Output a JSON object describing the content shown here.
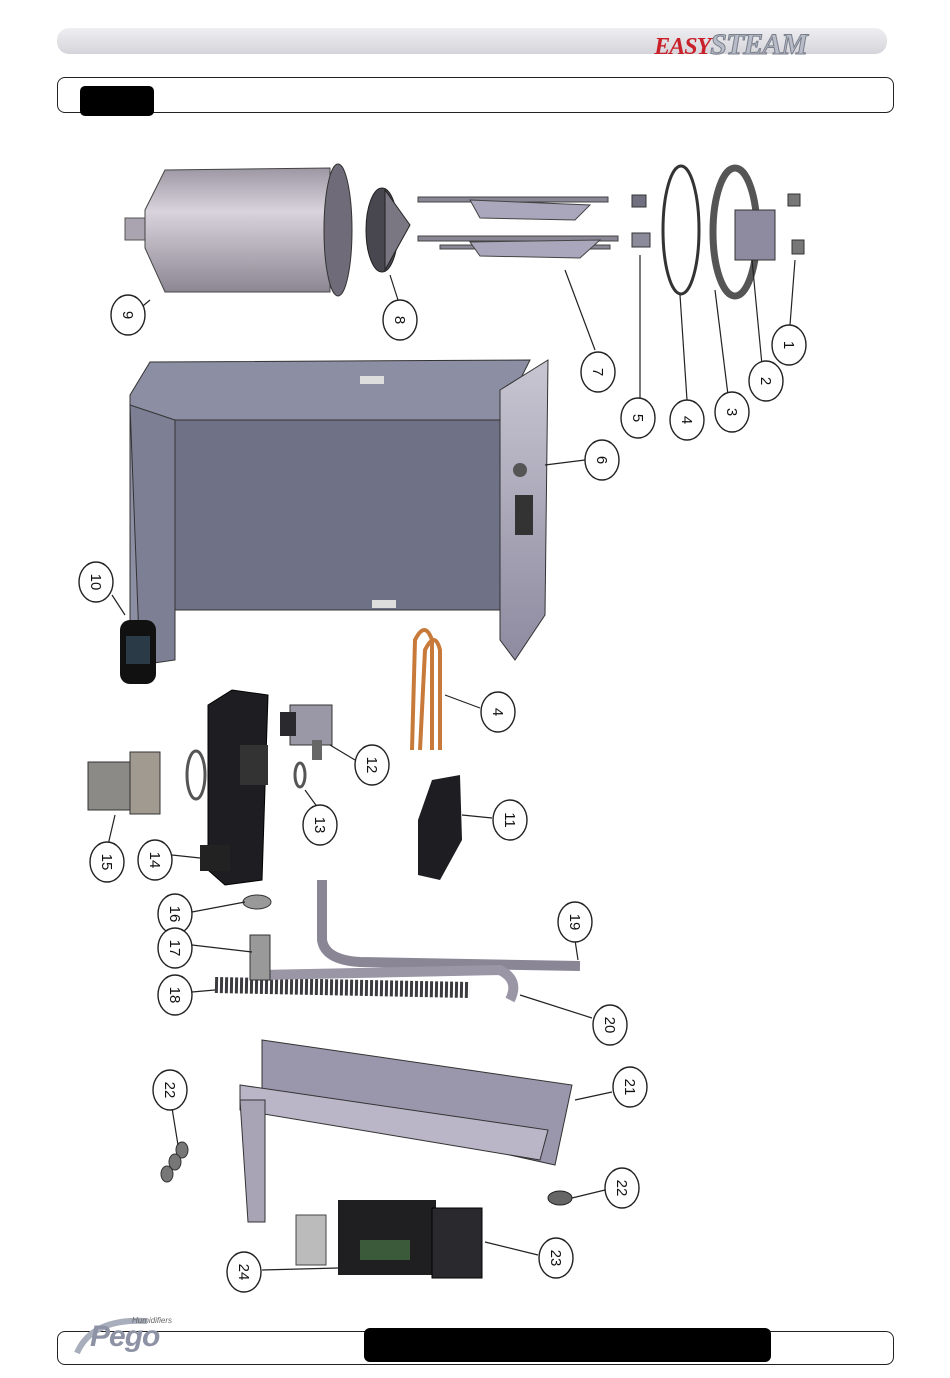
{
  "brand": {
    "easy": "EASY",
    "steam": "STEAM",
    "pego": "Pego",
    "pego_tagline": "Humidifiers"
  },
  "colors": {
    "chassis": "#7f8196",
    "cylinder": "#b6b0ba",
    "heater": "#c87a3a",
    "dark": "#1e1e22",
    "bracket": "#8e8aa0"
  },
  "callouts": [
    "1",
    "2",
    "3",
    "4",
    "5",
    "6",
    "7",
    "8",
    "9",
    "10",
    "4",
    "12",
    "13",
    "11",
    "15",
    "14",
    "16",
    "17",
    "18",
    "19",
    "20",
    "21",
    "22",
    "22",
    "23",
    "24"
  ]
}
